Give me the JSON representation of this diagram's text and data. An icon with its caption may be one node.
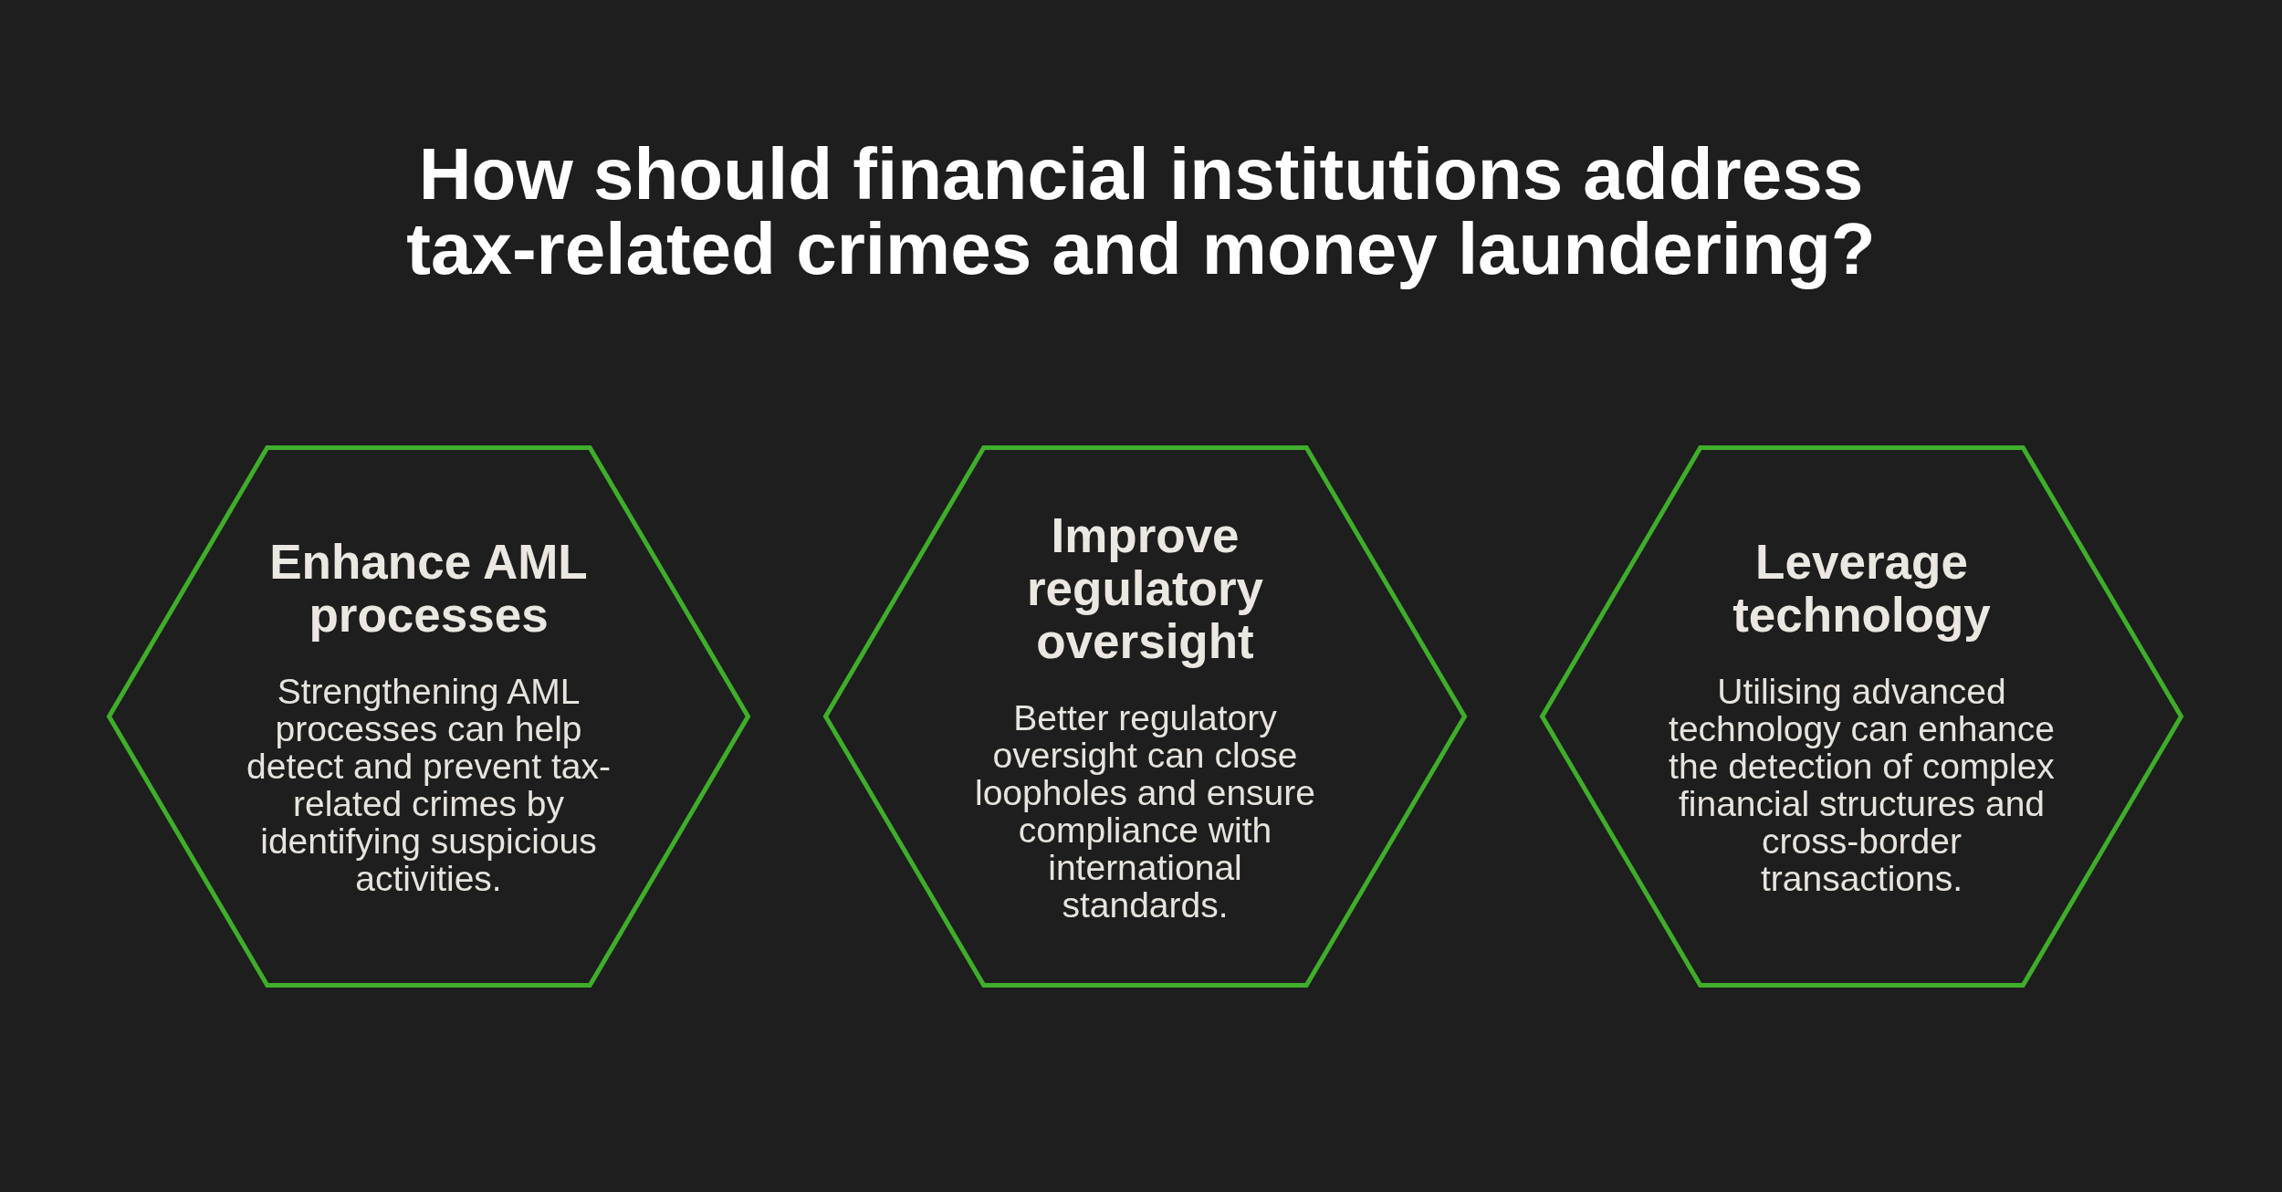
{
  "diagram": {
    "title": "How should financial institutions address tax-related crimes and money laundering?",
    "nodes": [
      {
        "text": [
          "Enhance AML processes",
          "Strengthening AML processes can help detect and prevent tax-related crimes by identifying suspicious activities."
        ]
      },
      {
        "text": [
          "Improve regulatory oversight",
          "Better regulatory oversight can close loopholes and ensure compliance with international standards."
        ]
      },
      {
        "text": [
          "Leverage technology",
          "Utilising advanced technology can enhance the detection of complex financial structures and cross-border transactions."
        ]
      }
    ]
  }
}
